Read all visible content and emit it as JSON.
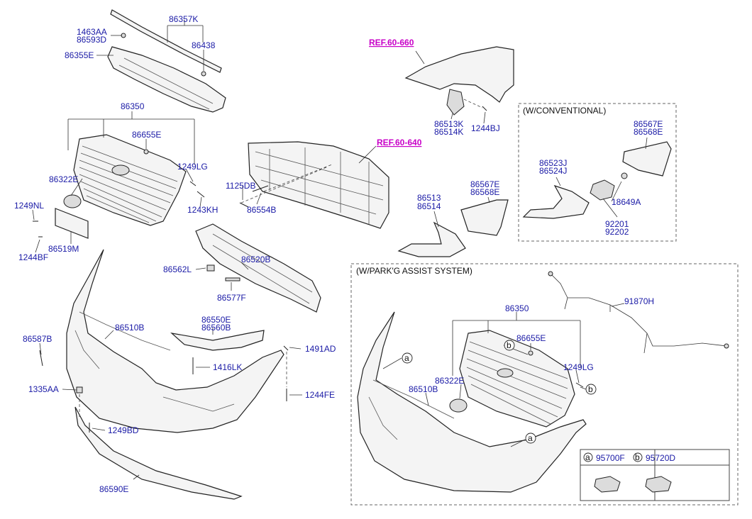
{
  "refs": {
    "r1": "REF.60-660",
    "r2": "REF.60-640"
  },
  "parts": {
    "p86357K": "86357K",
    "p1463AA": "1463AA",
    "p86593D": "86593D",
    "p86438": "86438",
    "p86355E": "86355E",
    "p86350_main": "86350",
    "p86655E_main": "86655E",
    "p86322E_main": "86322E",
    "p1249LG_main": "1249LG",
    "p1243KH": "1243KH",
    "p1249NL": "1249NL",
    "p86519M": "86519M",
    "p1244BF": "1244BF",
    "p1125DB": "1125DB",
    "p86554B": "86554B",
    "p86562L": "86562L",
    "p86520B": "86520B",
    "p86577F": "86577F",
    "p86587B": "86587B",
    "p86510B_main": "86510B",
    "p86550E": "86550E",
    "p86560B": "86560B",
    "p1491AD": "1491AD",
    "p1416LK": "1416LK",
    "p1335AA": "1335AA",
    "p1244FE": "1244FE",
    "p1249BD": "1249BD",
    "p86590E": "86590E",
    "p86513K": "86513K",
    "p86514K": "86514K",
    "p1244BJ": "1244BJ",
    "p86513": "86513",
    "p86514": "86514",
    "p86567E_main": "86567E",
    "p86568E_main": "86568E",
    "p86567E_conv": "86567E",
    "p86568E_conv": "86568E",
    "p86523J": "86523J",
    "p86524J": "86524J",
    "p18649A": "18649A",
    "p92201": "92201",
    "p92202": "92202",
    "p91870H": "91870H",
    "p86350_park": "86350",
    "p86655E_park": "86655E",
    "p86322E_park": "86322E",
    "p86510B_park": "86510B",
    "p1249LG_park": "1249LG",
    "p95700F": "95700F",
    "p95720D": "95720D"
  },
  "boxes": {
    "conventional": "(W/CONVENTIONAL)",
    "park_assist": "(W/PARK'G ASSIST SYSTEM)"
  },
  "callouts": {
    "a": "a",
    "b": "b"
  }
}
